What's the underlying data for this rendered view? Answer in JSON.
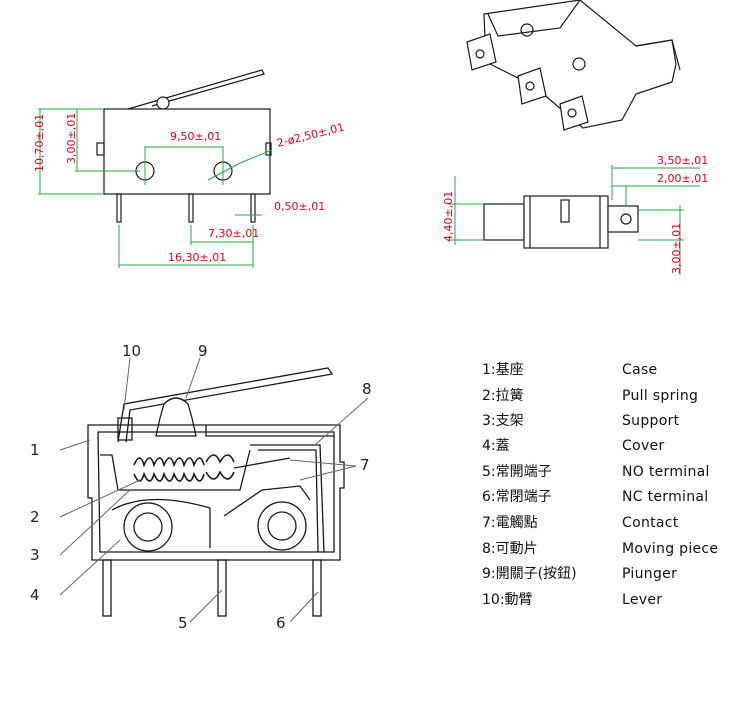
{
  "drawing_top_front": {
    "dim_height_total": "10,70±,01",
    "dim_height_hole": "3,00±,01",
    "dim_hole_pitch": "9,50±,01",
    "dim_hole_dia": "2-ø2,50±,01",
    "dim_terminal_thk": "0,50±,01",
    "dim_terminal_pitch": "7,30±,01",
    "dim_terminal_span": "16,30±,01"
  },
  "drawing_side": {
    "dim_width": "4,40±,01",
    "dim_a": "3,50±,01",
    "dim_b": "2,00±,01",
    "dim_c": "3,00±,01"
  },
  "callouts": [
    "1",
    "2",
    "3",
    "4",
    "5",
    "6",
    "7",
    "8",
    "9",
    "10"
  ],
  "legend": [
    {
      "zh": "1:基座",
      "en": "Case"
    },
    {
      "zh": "2:拉簧",
      "en": "Pull spring"
    },
    {
      "zh": "3:支架",
      "en": "Support"
    },
    {
      "zh": "4:蓋",
      "en": "Cover"
    },
    {
      "zh": "5:常開端子",
      "en": "NO  terminal"
    },
    {
      "zh": "6:常閉端子",
      "en": "NC  terminal"
    },
    {
      "zh": "7:電觸點",
      "en": "Contact"
    },
    {
      "zh": "8:可動片",
      "en": "Moving  piece"
    },
    {
      "zh": "9:開關子(按鈕)",
      "en": "Piunger"
    },
    {
      "zh": "10:動臂",
      "en": "Lever"
    }
  ],
  "colors": {
    "dimension": "#e0001a",
    "extension": "#22a84a",
    "line": "#1a1a1a"
  }
}
